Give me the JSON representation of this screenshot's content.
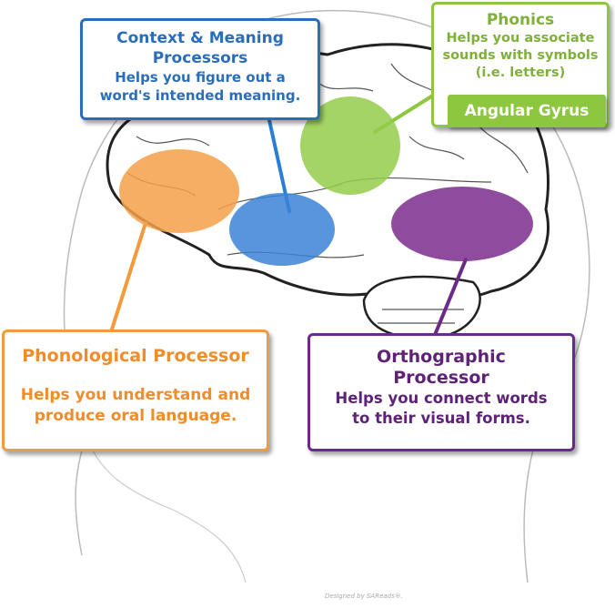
{
  "context": {
    "title": "Context & Meaning Processors",
    "title_line1": "Context & Meaning",
    "title_line2": "Processors",
    "desc_line1": "Helps you figure out a",
    "desc_line2": "word's intended meaning.",
    "color": "#2a6ebb"
  },
  "phonics": {
    "title": "Phonics",
    "desc_line1": "Helps you associate",
    "desc_line2": "sounds with symbols",
    "desc_line3": "(i.e. letters)",
    "region": "Angular Gyrus",
    "color": "#8dc63f"
  },
  "phonological": {
    "title": "Phonological Processor",
    "desc_line1": "Helps you understand and",
    "desc_line2": "produce oral language.",
    "color": "#f39a3a"
  },
  "orthographic": {
    "title_line1": "Orthographic",
    "title_line2": "Processor",
    "desc_line1": "Helps you connect words",
    "desc_line2": "to their visual forms.",
    "color": "#6a2a85"
  },
  "footer": "Designed by SAReads®."
}
